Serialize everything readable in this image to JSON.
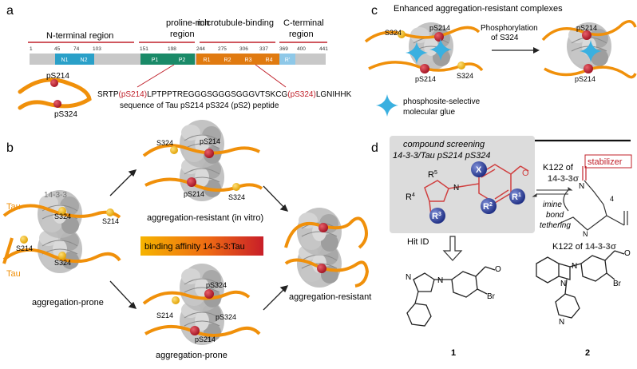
{
  "panel_a": {
    "letter": "a",
    "regions": {
      "n_terminal": "N-terminal region",
      "proline_rich_1": "proline-rich",
      "proline_rich_2": "region",
      "microtubule": "microtubule-binding",
      "c_terminal_1": "C-terminal",
      "c_terminal_2": "region"
    },
    "ticks": [
      "1",
      "45",
      "74",
      "103",
      "151",
      "198",
      "244",
      "275",
      "306",
      "337",
      "369",
      "400",
      "441"
    ],
    "domains": [
      "N1",
      "N2",
      "P1",
      "P2",
      "R1",
      "R2",
      "R3",
      "R4",
      "R'"
    ],
    "colors": {
      "N": "#2aa0c8",
      "P": "#1a8a68",
      "R": "#e07a10",
      "Rp": "#8ec8e8",
      "grey": "#c8c8c8",
      "red": "#c0202a"
    },
    "seq_prefix": "SRTP",
    "seq_ps214": "(pS214)",
    "seq_middle": "LPTPPTREGGGSGGGSGGGVTSKCG",
    "seq_ps324": "(pS324)",
    "seq_suffix": "LGNIHHK",
    "seq_caption": "sequence of Tau pS214 pS324 (pS2) peptide",
    "label_ps214": "pS214",
    "label_ps324": "pS324"
  },
  "panel_b": {
    "letter": "b",
    "label_1433": "14-3-3",
    "label_tau_top": "Tau",
    "label_tau_bottom": "Tau",
    "s324": "S324",
    "s214": "S214",
    "ps214": "pS214",
    "ps324": "pS324",
    "label_agg_prone_left": "aggregation-prone",
    "label_resistant_invitro": "aggregation-resistant (in vitro)",
    "label_agg_prone_bottom": "aggregation-prone",
    "label_resistant_right": "aggregation-resistant",
    "affinity_label": "binding affinity 14-3-3:Tau"
  },
  "panel_c": {
    "letter": "c",
    "title": "Enhanced aggregation-resistant complexes",
    "arrow_line1": "Phosphorylation",
    "arrow_line2": "of S324",
    "legend_line1": "phosphosite-selective",
    "legend_line2": "molecular glue",
    "s324": "S324",
    "ps214": "pS214"
  },
  "panel_d": {
    "letter": "d",
    "screen_line1": "compound screening",
    "screen_line2": "14-3-3/Tau pS214 pS324",
    "k122_top_1": "K122 of",
    "k122_top_2": "14-3-3σ",
    "stabilizer": "stabilizer",
    "imine_1": "imine",
    "imine_2": "bond",
    "imine_3": "tethering",
    "k122_bottom_1": "K122 of",
    "k122_bottom_2": "14-3-3σ",
    "hit_id": "Hit ID",
    "compound_1": "1",
    "compound_2": "2",
    "atom_X": "X",
    "atom_R1": "R",
    "atom_R2": "R",
    "atom_R3": "R",
    "atom_R4": "R",
    "atom_R5": "R",
    "atom_N": "N",
    "atom_O": "O",
    "atom_Br": "Br",
    "sub_4": "4",
    "sup_1": "1",
    "sup_2": "2",
    "sup_3": "3",
    "sup_4": "4",
    "sup_5": "5"
  }
}
